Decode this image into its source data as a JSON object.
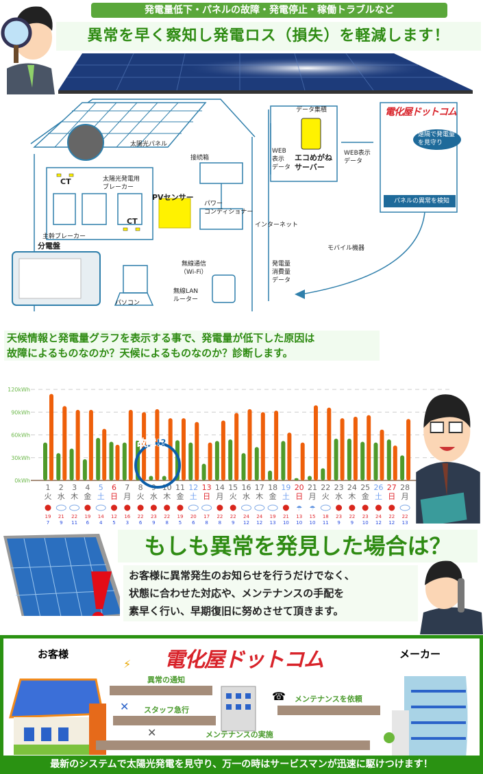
{
  "header": {
    "tagline": "発電量低下・パネルの故障・発電停止・稼働トラブルなど",
    "headline": "異常を早く察知し発電ロス（損失）を軽減します！"
  },
  "diagram": {
    "solar_panel": "太陽光パネル",
    "junction_box": "接続箱",
    "pv_breaker_1": "太陽光発電用",
    "pv_breaker_2": "ブレーカー",
    "ct": "CT",
    "pv_sensor": "PVセンサー",
    "power_conditioner_1": "パワー",
    "power_conditioner_2": "コンディショナー",
    "main_breaker": "主幹ブレーカー",
    "distribution_board": "分電盤",
    "wireless_1": "無線通信",
    "wireless_2": "（Wi-Fi）",
    "pc": "パソコン",
    "router_1": "無線LAN",
    "router_2": "ルーター",
    "internet": "インターネット",
    "web_data_left_1": "WEB",
    "web_data_left_2": "表示",
    "web_data_left_3": "データ",
    "data_accumulation": "データ集積",
    "server_1": "エコめがね",
    "server_2": "サーバー",
    "web_data_right_1": "WEB表示",
    "web_data_right_2": "データ",
    "company_logo": "電化屋ドットコム",
    "remote_monitor_1": "遠隔で発電量",
    "remote_monitor_2": "を見守り",
    "detect": "パネルの異常を検知",
    "mobile": "モバイル機器",
    "gen_data_1": "発電量",
    "gen_data_2": "消費量",
    "gen_data_3": "データ"
  },
  "chart_section": {
    "line1": "天候情報と発電量グラフを表示する事で、発電量が低下した原因は",
    "line2": "故障によるものなのか？天候によるものなのか？診断します。"
  },
  "chart_data": {
    "type": "bar",
    "ylim": [
      0,
      120
    ],
    "yticks": [
      "0kWh",
      "30kWh",
      "60kWh",
      "90kWh",
      "120kWh"
    ],
    "ytick_values": [
      0,
      30,
      60,
      90,
      120
    ],
    "annotation": "故障!?",
    "days": [
      "1",
      "2",
      "3",
      "4",
      "5",
      "6",
      "7",
      "8",
      "9",
      "10",
      "11",
      "12",
      "13",
      "14",
      "15",
      "16",
      "17",
      "18",
      "19",
      "20",
      "21",
      "22",
      "23",
      "24",
      "25",
      "26",
      "27",
      "28"
    ],
    "weekdays": [
      "火",
      "水",
      "木",
      "金",
      "土",
      "日",
      "月",
      "火",
      "水",
      "木",
      "金",
      "土",
      "日",
      "月",
      "火",
      "水",
      "木",
      "金",
      "土",
      "日",
      "月",
      "火",
      "水",
      "木",
      "金",
      "土",
      "日",
      "月"
    ],
    "series": [
      {
        "name": "green",
        "color": "#4f9a2a",
        "values": [
          50,
          36,
          42,
          28,
          56,
          51,
          50,
          53,
          6,
          6,
          53,
          50,
          22,
          52,
          54,
          36,
          44,
          13,
          52,
          3,
          6,
          16,
          55,
          55,
          51,
          50,
          54,
          33
        ]
      },
      {
        "name": "orange",
        "color": "#ee5f0a",
        "values": [
          114,
          98,
          93,
          93,
          68,
          47,
          93,
          90,
          94,
          82,
          82,
          77,
          50,
          79,
          89,
          94,
          90,
          92,
          63,
          50,
          99,
          96,
          82,
          84,
          86,
          67,
          46,
          81
        ]
      }
    ],
    "weather": [
      "sun",
      "cloud",
      "cloud",
      "sun",
      "cloud",
      "sun",
      "sun",
      "sun",
      "sun",
      "sun",
      "sun",
      "cloud",
      "cloud",
      "sun",
      "sun",
      "cloud",
      "cloud",
      "cloud",
      "sun",
      "rain",
      "rain",
      "cloud",
      "sun",
      "sun",
      "sun",
      "sun",
      "sun",
      "cloud"
    ],
    "high": [
      "19",
      "21",
      "22",
      "19",
      "14",
      "12",
      "16",
      "22",
      "23",
      "22",
      "19",
      "20",
      "17",
      "22",
      "22",
      "24",
      "24",
      "19",
      "21",
      "13",
      "15",
      "18",
      "23",
      "22",
      "23",
      "24",
      "22",
      "22"
    ],
    "low": [
      "7",
      "9",
      "11",
      "6",
      "4",
      "5",
      "3",
      "6",
      "9",
      "8",
      "5",
      "6",
      "8",
      "8",
      "9",
      "12",
      "12",
      "13",
      "10",
      "10",
      "10",
      "11",
      "9",
      "9",
      "10",
      "12",
      "12",
      "13"
    ]
  },
  "section3": {
    "title": "もしも異常を発見した場合は？",
    "body1": "お客様に異常発生のお知らせを行うだけでなく、",
    "body2": "状態に合わせた対応や、メンテナンスの手配を",
    "body3": "素早く行い、早期復旧に努めさせて頂きます。"
  },
  "flow": {
    "customer": "お客様",
    "logo": "電化屋ドットコム",
    "maker": "メーカー",
    "notify": "異常の通知",
    "dispatch": "スタッフ急行",
    "request": "メンテナンスを依頼",
    "perform": "メンテナンスの実施",
    "footer": "最新のシステムで太陽光発電を見守り、万一の時はサービスマンが迅速に駆けつけます！"
  }
}
